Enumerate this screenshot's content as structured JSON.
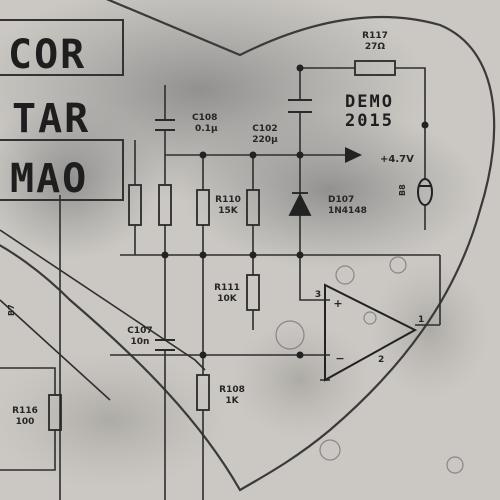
{
  "title_words": [
    "COR",
    "TAR",
    "MAO"
  ],
  "demo_label": [
    "DEMO",
    "2015"
  ],
  "pin_labels": {
    "ref_b7": "B7",
    "ref_b8": "B8",
    "pin3": "3",
    "pin1": "1",
    "pin2": "2",
    "plus": "+",
    "minus": "−"
  },
  "components": {
    "r117": [
      "R117",
      "27Ω"
    ],
    "c108": [
      "C108",
      "0.1µ"
    ],
    "c102": [
      "C102",
      "220µ"
    ],
    "r110": [
      "R110",
      "15K"
    ],
    "d107": [
      "D107",
      "1N4148"
    ],
    "supply": "+4.7V",
    "r111": [
      "R111",
      "10K"
    ],
    "c107": [
      "C107",
      "10n"
    ],
    "r108": [
      "R108",
      "1K"
    ],
    "r116": [
      "R116",
      "100"
    ]
  },
  "colors": {
    "paper": "#c9c6c1",
    "ink": "#2a2a2a",
    "stain": "#8e8e8e",
    "heart": "#3a3a3a"
  }
}
